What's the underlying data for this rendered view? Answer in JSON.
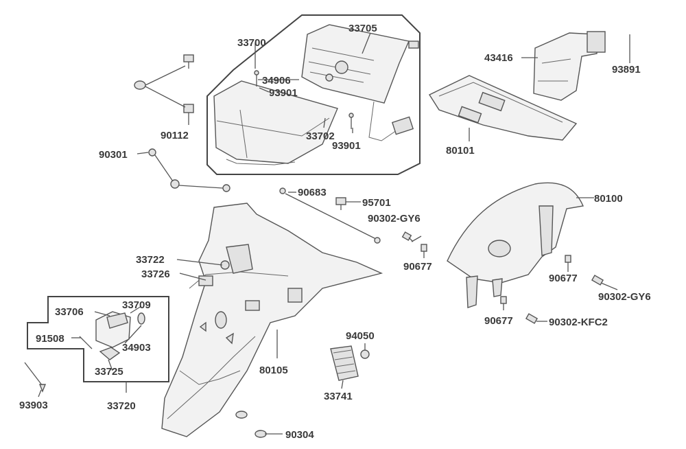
{
  "parts": {
    "p33700": "33700",
    "p33705": "33705",
    "p34906": "34906",
    "p93901a": "93901",
    "p33702": "33702",
    "p93901b": "93901",
    "p43416": "43416",
    "p93891": "93891",
    "p80101": "80101",
    "p90112": "90112",
    "p90301": "90301",
    "p90683": "90683",
    "p95701": "95701",
    "p90302gy6a": "90302-GY6",
    "p90677a": "90677",
    "p80100": "80100",
    "p90677b": "90677",
    "p90302gy6b": "90302-GY6",
    "p90677c": "90677",
    "p90302kfc2": "90302-KFC2",
    "p33722": "33722",
    "p33726": "33726",
    "p33706": "33706",
    "p33709": "33709",
    "p91508": "91508",
    "p34903": "34903",
    "p33725": "33725",
    "p33720": "33720",
    "p93903": "93903",
    "p80105": "80105",
    "p94050": "94050",
    "p33741": "33741",
    "p90304": "90304"
  }
}
